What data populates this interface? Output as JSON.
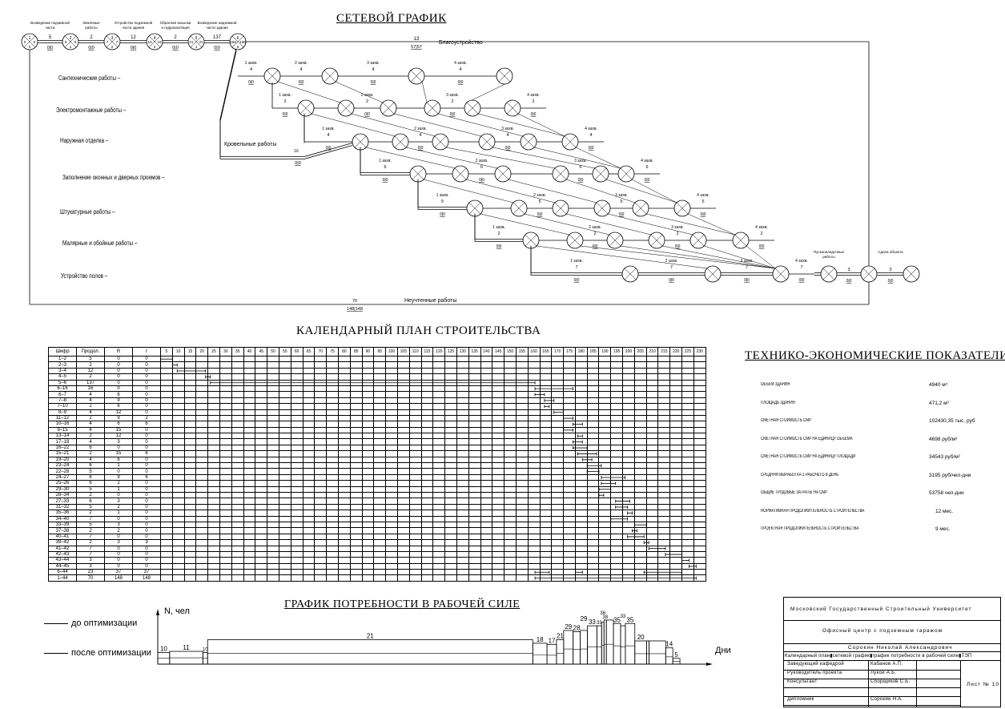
{
  "network": {
    "title": "СЕТЕВОЙ ГРАФИК",
    "top_chain": [
      {
        "label": "Возведение подземной части",
        "dur": "5",
        "res": "0|0"
      },
      {
        "label": "Земляные работы",
        "dur": "2",
        "res": "0|0"
      },
      {
        "label": "Устройство подземной части здания",
        "dur": "12",
        "res": "0|0"
      },
      {
        "label": "Обратная засыпка и гидроизоляция",
        "dur": "2",
        "res": "0|0"
      },
      {
        "label": "Возведение надземной части здания",
        "dur": "137",
        "res": "0|0"
      }
    ],
    "top_nodes": [
      {
        "n": "1",
        "es": "0",
        "ef": "0",
        "p": "0"
      },
      {
        "n": "2",
        "es": "5",
        "ef": "5",
        "p": "1"
      },
      {
        "n": "3",
        "es": "7",
        "ef": "7",
        "p": "2"
      },
      {
        "n": "4",
        "es": "19",
        "ef": "19",
        "p": "3"
      },
      {
        "n": "5",
        "es": "21",
        "ef": "21",
        "p": "4"
      },
      {
        "n": "6",
        "es": "158",
        "ef": "158",
        "p": "5"
      }
    ],
    "landscaping": {
      "label": "Благоустройство",
      "dur": "13",
      "res": "57|57"
    },
    "roofing": {
      "label": "Кровельные работы",
      "dur": "16",
      "res": "0|0"
    },
    "unaccounted": {
      "label": "Неучтенные работы",
      "dur": "70",
      "res": "148|148"
    },
    "rows": [
      {
        "label": "Сантехнические работы –"
      },
      {
        "label": "Электромонтажные работы –"
      },
      {
        "label": "Наружная отделка –"
      },
      {
        "label": "Заполнение оконных и дверных проемов –"
      },
      {
        "label": "Штукатурные работы –"
      },
      {
        "label": "Малярные и обойные работы –"
      },
      {
        "label": "Устройство полов –"
      }
    ],
    "capture_labels": [
      "1 захв.",
      "2 захв.",
      "3 захв.",
      "4 захв."
    ],
    "end_labels": {
      "finishing": "Пусконаладочные работы",
      "handover": "Сдача объекта"
    },
    "end_durations": [
      "3",
      "3"
    ],
    "end_res": [
      "0|0",
      "0|0"
    ]
  },
  "calendar": {
    "title": "КАЛЕНДАРНЫЙ ПЛАН СТРОИТЕЛЬСТВА",
    "headers": [
      "Шифр",
      "Продол.",
      "R",
      "r"
    ],
    "days": [
      "5",
      "10",
      "15",
      "20",
      "25",
      "30",
      "35",
      "40",
      "45",
      "50",
      "55",
      "60",
      "65",
      "70",
      "75",
      "80",
      "85",
      "90",
      "95",
      "100",
      "105",
      "110",
      "115",
      "120",
      "125",
      "130",
      "135",
      "140",
      "145",
      "150",
      "155",
      "160",
      "165",
      "170",
      "175",
      "180",
      "185",
      "190",
      "195",
      "200",
      "205",
      "210",
      "215",
      "220",
      "225",
      "230"
    ],
    "rows": [
      [
        "1–2",
        "5",
        "0",
        "0"
      ],
      [
        "2–3",
        "2",
        "0",
        "0"
      ],
      [
        "3–4",
        "12",
        "0",
        "0"
      ],
      [
        "4–5",
        "2",
        "0",
        "0"
      ],
      [
        "5–6",
        "137",
        "0",
        "0"
      ],
      [
        "6–16",
        "16",
        "0",
        "0"
      ],
      [
        "6–7",
        "4",
        "6",
        "0"
      ],
      [
        "7–8",
        "4",
        "9",
        "0"
      ],
      [
        "7–10",
        "2",
        "6",
        "0"
      ],
      [
        "8–9",
        "4",
        "12",
        "0"
      ],
      [
        "11–12",
        "2",
        "9",
        "2"
      ],
      [
        "10–16",
        "4",
        "6",
        "6"
      ],
      [
        "9–15",
        "4",
        "15",
        "0"
      ],
      [
        "13–14",
        "2",
        "12",
        "0"
      ],
      [
        "17–18",
        "4",
        "3",
        "0"
      ],
      [
        "16–22",
        "6",
        "0",
        "0"
      ],
      [
        "15–21",
        "2",
        "15",
        "6"
      ],
      [
        "19–20",
        "4",
        "6",
        "0"
      ],
      [
        "23–24",
        "6",
        "1",
        "0"
      ],
      [
        "22–28",
        "5",
        "0",
        "0"
      ],
      [
        "24–27",
        "6",
        "9",
        "6"
      ],
      [
        "25–26",
        "6",
        "2",
        "0"
      ],
      [
        "29–30",
        "5",
        "1",
        "0"
      ],
      [
        "28–34",
        "2",
        "0",
        "0"
      ],
      [
        "27–33",
        "6",
        "3",
        "0"
      ],
      [
        "31–32",
        "5",
        "2",
        "0"
      ],
      [
        "35–36",
        "2",
        "1",
        "0"
      ],
      [
        "34–40",
        "7",
        "0",
        "0"
      ],
      [
        "33–39",
        "5",
        "3",
        "0"
      ],
      [
        "37–38",
        "2",
        "2",
        "0"
      ],
      [
        "40–41",
        "7",
        "0",
        "0"
      ],
      [
        "39–42",
        "2",
        "3",
        "3"
      ],
      [
        "41–42",
        "7",
        "0",
        "0"
      ],
      [
        "42–43",
        "7",
        "0",
        "0"
      ],
      [
        "43–44",
        "3",
        "0",
        "0"
      ],
      [
        "44–45",
        "3",
        "0",
        "0"
      ],
      [
        "6–44",
        "23",
        "37",
        "37"
      ],
      [
        "1–44",
        "70",
        "148",
        "148"
      ]
    ],
    "bars": [
      [
        [
          0,
          5
        ]
      ],
      [
        [
          5,
          7
        ]
      ],
      [
        [
          7,
          19
        ]
      ],
      [
        [
          19,
          21
        ]
      ],
      [
        [
          21,
          158
        ]
      ],
      [
        [
          158,
          174
        ]
      ],
      [
        [
          158,
          162
        ]
      ],
      [
        [
          162,
          166
        ]
      ],
      [
        [
          162,
          164
        ]
      ],
      [
        [
          166,
          170
        ]
      ],
      [
        [
          170,
          174
        ]
      ],
      [
        [
          174,
          178
        ]
      ],
      [
        [
          170,
          174
        ]
      ],
      [
        [
          176,
          178
        ]
      ],
      [
        [
          174,
          178
        ]
      ],
      [
        [
          174,
          180
        ]
      ],
      [
        [
          176,
          184
        ]
      ],
      [
        [
          178,
          182
        ]
      ],
      [
        [
          180,
          186
        ]
      ],
      [
        [
          180,
          185
        ]
      ],
      [
        [
          186,
          196
        ]
      ],
      [
        [
          186,
          192
        ]
      ],
      [
        [
          185,
          190
        ]
      ],
      [
        [
          185,
          187
        ]
      ],
      [
        [
          192,
          198
        ]
      ],
      [
        [
          192,
          197
        ]
      ],
      [
        [
          197,
          199
        ]
      ],
      [
        [
          190,
          197
        ]
      ],
      [
        [
          200,
          205
        ]
      ],
      [
        [
          199,
          201
        ]
      ],
      [
        [
          197,
          204
        ]
      ],
      [
        [
          204,
          206
        ]
      ],
      [
        [
          206,
          213
        ]
      ],
      [
        [
          213,
          220
        ]
      ],
      [
        [
          220,
          223
        ]
      ],
      [
        [
          223,
          226
        ]
      ],
      [
        [
          158,
          164
        ],
        [
          175,
          178
        ],
        [
          204,
          220
        ]
      ],
      [
        [
          158,
          226
        ]
      ]
    ]
  },
  "tep": {
    "title": "ТЕХНИКО-ЭКОНОМИЧЕСКИЕ ПОКАЗАТЕЛИ",
    "items": [
      {
        "label": "ОБЪЕМ ЗДАНИЯ",
        "value": "4940 м³"
      },
      {
        "label": "ПЛОЩАДЬ ЗДАНИЯ",
        "value": "471,2 м²"
      },
      {
        "label": "СМЕТНАЯ СТОИМОСТЬ СМР",
        "value": "102430,35 тыс. руб"
      },
      {
        "label": "СМЕТНАЯ СТОИМОСТЬ СМР НА ЕДИНИЦУ ОБЪЕМА",
        "value": "4698 руб/м³"
      },
      {
        "label": "СМЕТНАЯ СТОИМОСТЬ СМР НА ЕДИНИЦУ ПЛОЩАДИ",
        "value": "34543 руб/м²"
      },
      {
        "label": "СРЕДНЯЯ ВЫРАБОТКА 1 РАБОЧЕГО В ДЕНЬ",
        "value": "3195 руб/чел-дни"
      },
      {
        "label": "ОБЩИЕ ТРУДОВЫЕ ЗАТРАТЫ НА СМР",
        "value": "53758 чел-дни"
      },
      {
        "label": "НОРМАТИВНАЯ ПРОДОЛЖИТЕЛЬНОСТЬ СТРОИТЕЛЬСТВА",
        "value": "12 мес."
      },
      {
        "label": "ПРОЕКТНАЯ ПРОДОЛЖИТЕЛЬНОСТЬ СТРОИТЕЛЬСТВА",
        "value": "9 мес."
      }
    ]
  },
  "chart_data": {
    "type": "bar",
    "title": "ГРАФИК ПОТРЕБНОСТИ В РАБОЧЕЙ СИЛЕ",
    "ylabel": "N, чел",
    "xlabel": "Дни",
    "legend": [
      "до оптимизации",
      "после оптимизации"
    ],
    "legend_position": "left",
    "segments": [
      {
        "start": 0,
        "end": 5,
        "value": 10
      },
      {
        "start": 5,
        "end": 19,
        "value": 11
      },
      {
        "start": 19,
        "end": 21,
        "value": 10
      },
      {
        "start": 21,
        "end": 158,
        "value": 21
      },
      {
        "start": 158,
        "end": 164,
        "value": 18
      },
      {
        "start": 164,
        "end": 168,
        "value": 17
      },
      {
        "start": 168,
        "end": 171,
        "value": 21
      },
      {
        "start": 171,
        "end": 175,
        "value": 29
      },
      {
        "start": 175,
        "end": 178,
        "value": 28
      },
      {
        "start": 178,
        "end": 181,
        "value": 29
      },
      {
        "start": 181,
        "end": 185,
        "value": 33
      },
      {
        "start": 185,
        "end": 187,
        "value": 33
      },
      {
        "start": 187,
        "end": 188,
        "value": 36
      },
      {
        "start": 188,
        "end": 189,
        "value": 38
      },
      {
        "start": 189,
        "end": 192,
        "value": 38
      },
      {
        "start": 192,
        "end": 195,
        "value": 35
      },
      {
        "start": 195,
        "end": 197,
        "value": 33
      },
      {
        "start": 197,
        "end": 201,
        "value": 35
      },
      {
        "start": 201,
        "end": 206,
        "value": 20
      },
      {
        "start": 206,
        "end": 207,
        "value": 20
      },
      {
        "start": 207,
        "end": 214,
        "value": 20
      },
      {
        "start": 214,
        "end": 217,
        "value": 14
      },
      {
        "start": 217,
        "end": 220,
        "value": 5
      }
    ],
    "labels": [
      "10",
      "11",
      "10",
      "21",
      "18",
      "17",
      "21",
      "29",
      "28",
      "29",
      "33",
      "33",
      "36",
      "38",
      "",
      "35",
      "33",
      "35",
      "20",
      "",
      "",
      "14",
      "5"
    ]
  },
  "stamp": {
    "university": "Московский Государственный Строительный Университет",
    "project": "Офисный центр с подземным гаражом",
    "author_full": "Сорокин Николай Александрович",
    "sheet_content": "Календарный план▮сетевой график▮график потребности в рабочей силе▮ТЭП",
    "roles": [
      "Заведующий кафедрой",
      "Руководитель проекта",
      "Консультант",
      "",
      "Дипломник"
    ],
    "names": [
      "Кабанов А.П.",
      "Лукой А.Б.",
      "Сборщиков С.Б.",
      "",
      "Сорокин Н.А."
    ],
    "sheet": "Лист № 10"
  }
}
